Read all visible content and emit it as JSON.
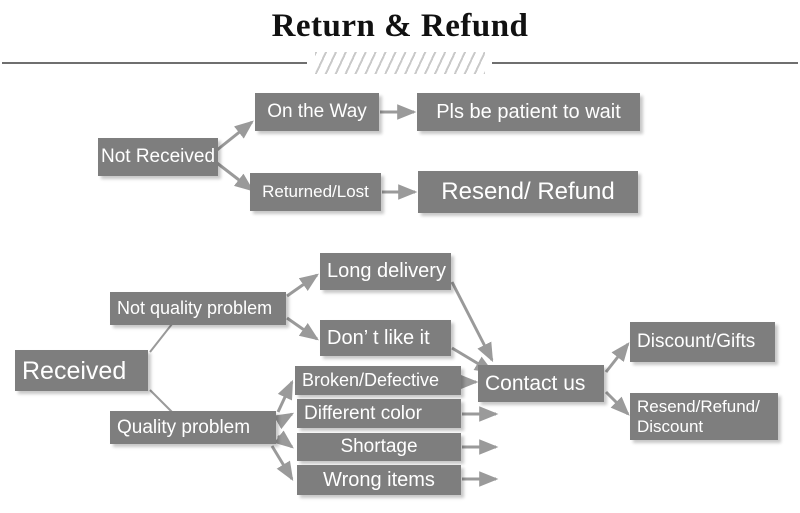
{
  "header": {
    "title": "Return & Refund",
    "divider_icon": "hatch-divider"
  },
  "colors": {
    "box_fill": "#7e7e7e",
    "box_text": "#ffffff",
    "arrow": "#9a9a9a",
    "rule": "#6f6f6f",
    "hatch": "#c9c9c9",
    "background": "#ffffff"
  },
  "flow": {
    "not_received_branch": {
      "root": "Not Received",
      "paths": [
        {
          "condition": "On the Way",
          "action": "Pls be patient to wait"
        },
        {
          "condition": "Returned/Lost",
          "action": "Resend/ Refund"
        }
      ]
    },
    "received_branch": {
      "root": "Received",
      "categories": [
        {
          "label": "Not quality problem",
          "reasons": [
            "Long delivery",
            "Don’  t like it"
          ]
        },
        {
          "label": "Quality problem",
          "reasons": [
            "Broken/Defective",
            "Different color",
            "Shortage",
            "Wrong items"
          ]
        }
      ],
      "resolution_step": "Contact us",
      "outcomes": [
        "Discount/Gifts",
        "Resend/Refund/\nDiscount"
      ]
    }
  }
}
